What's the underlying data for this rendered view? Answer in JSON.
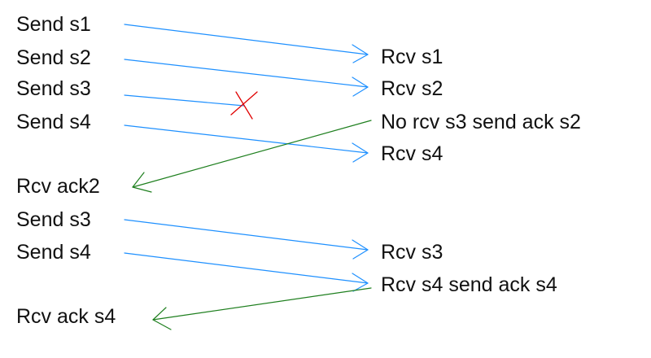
{
  "colors": {
    "text": "#111111",
    "data_arrow": "#1e90ff",
    "ack_arrow": "#1e7f1e",
    "loss_mark": "#e00000",
    "background": "#ffffff"
  },
  "sender": {
    "send_s1": "Send s1",
    "send_s2": "Send s2",
    "send_s3": "Send s3",
    "send_s4": "Send s4",
    "rcv_ack2": "Rcv ack2",
    "resend_s3": "Send s3",
    "resend_s4": "Send s4",
    "rcv_ack_s4": "Rcv ack s4"
  },
  "receiver": {
    "rcv_s1": "Rcv s1",
    "rcv_s2": "Rcv s2",
    "no_rcv_s3": "No rcv s3 send ack s2",
    "rcv_s4": "Rcv s4",
    "rcv_s3_retx": "Rcv s3",
    "rcv_s4_ack": "Rcv s4 send ack s4"
  },
  "loss_marker": {
    "icon": "x-cross-icon"
  }
}
